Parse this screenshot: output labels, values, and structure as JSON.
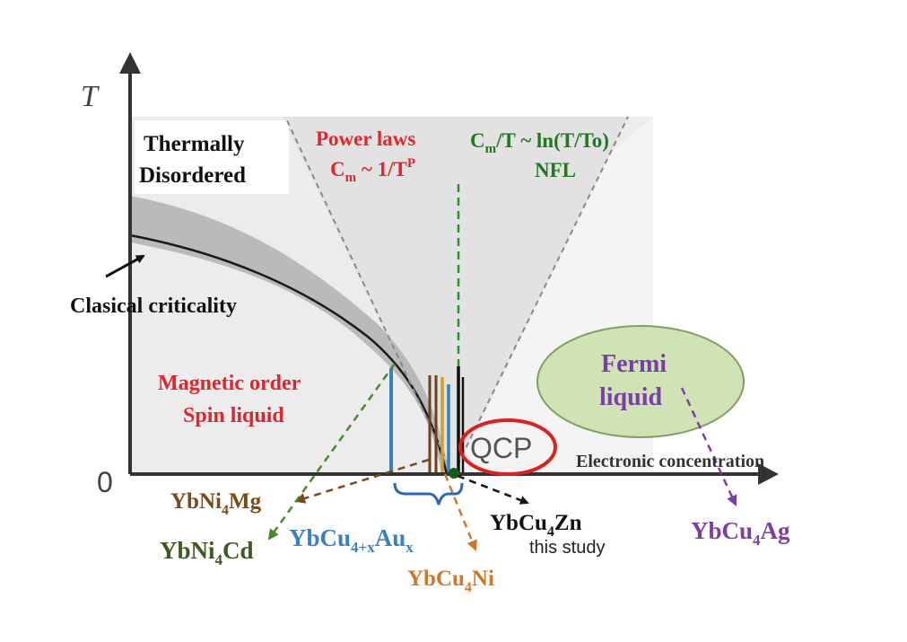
{
  "axes": {
    "y_label": "T",
    "origin_label": "0",
    "x_label": "Electronic concentration"
  },
  "regions": {
    "thermal_line1": "Thermally",
    "thermal_line2": "Disordered",
    "power_laws_title": "Power laws",
    "power_laws_formula": {
      "base": "C",
      "sub": "m",
      "mid": " ~ 1/T",
      "sup": "P"
    },
    "nfl_formula": {
      "base": "C",
      "sub": "m",
      "rest": "/T ~ ln(T/To)"
    },
    "nfl_label": "NFL",
    "classical": "Clasical criticality",
    "magnetic_line1": "Magnetic order",
    "magnetic_line2": "Spin liquid",
    "fermi_line1": "Fermi",
    "fermi_line2": "liquid",
    "qcp": "QCP"
  },
  "compounds": {
    "ybni4mg": {
      "a": "YbNi",
      "sub": "4",
      "b": "Mg"
    },
    "ybni4cd": {
      "a": "YbNi",
      "sub": "4",
      "b": "Cd"
    },
    "ybcu4au": {
      "a": "YbCu",
      "sub": "4+x",
      "b": "Au",
      "sub2": "x"
    },
    "ybcu4zn": {
      "a": "YbCu",
      "sub": "4",
      "b": "Zn"
    },
    "ybcu4zn_note": "this study",
    "ybcu4ni": {
      "a": "YbCu",
      "sub": "4",
      "b": "Ni"
    },
    "ybcu4ag": {
      "a": "YbCu",
      "sub": "4",
      "b": "Ag"
    }
  },
  "colors": {
    "red": "#e8222a",
    "green": "#1f7a1f",
    "purple": "#7a3ea8",
    "brown": "#7a4a1a",
    "olive": "#3d5a22",
    "blue": "#3a7fc0",
    "orange": "#d0782a",
    "fermi_fill": "#cfe3b5"
  }
}
